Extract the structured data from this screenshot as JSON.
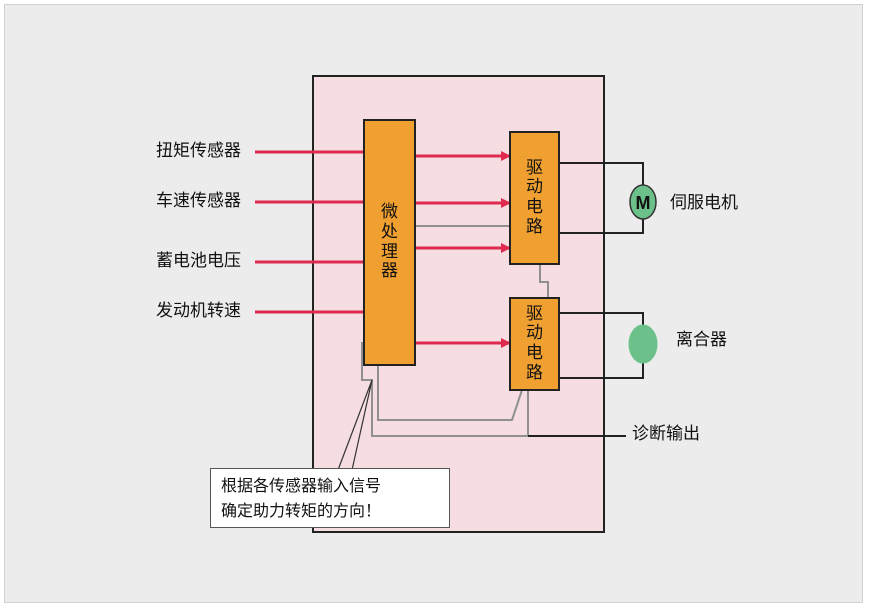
{
  "inputs": {
    "torque_sensor": "扭矩传感器",
    "speed_sensor": "车速传感器",
    "battery_voltage": "蓄电池电压",
    "engine_speed": "发动机转速"
  },
  "blocks": {
    "microprocessor": [
      "微",
      "处",
      "理",
      "器"
    ],
    "driver_circuit_1": [
      "驱",
      "动",
      "电",
      "路"
    ],
    "driver_circuit_2": [
      "驱",
      "动",
      "电",
      "路"
    ]
  },
  "outputs": {
    "servo_motor": "伺服电机",
    "clutch": "离合器",
    "diagnostic_output": "诊断输出"
  },
  "motor_symbol": "M",
  "note": {
    "line1": "根据各传感器输入信号",
    "line2": "确定助力转矩的方向！"
  },
  "colors": {
    "background": "#ececec",
    "ecu_fill": "#f5dde1",
    "block_fill": "#f0a030",
    "signal_arrow": "#e0294e",
    "gray_wire": "#909090",
    "motor_fill": "#6cc08a",
    "clutch_fill": "#6cc08a"
  }
}
